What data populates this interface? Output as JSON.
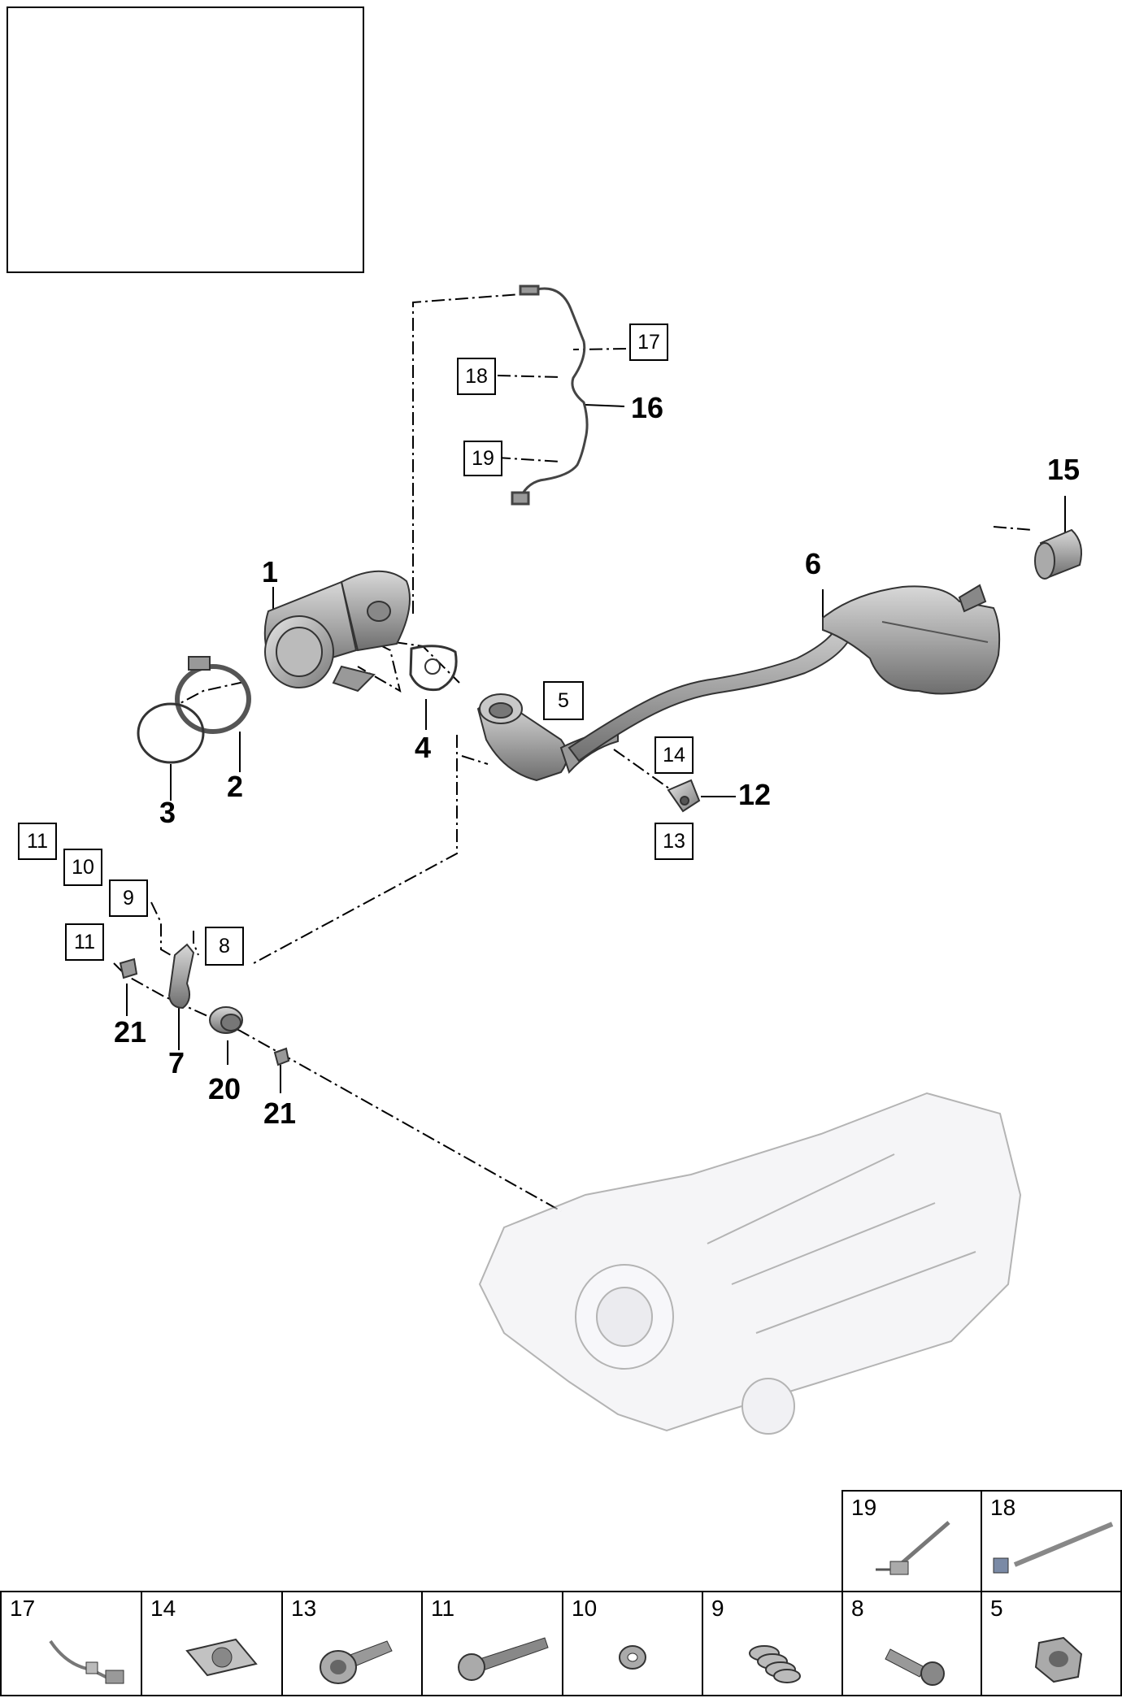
{
  "callouts": [
    {
      "id": "1",
      "label": "1"
    },
    {
      "id": "2",
      "label": "2"
    },
    {
      "id": "3",
      "label": "3"
    },
    {
      "id": "4",
      "label": "4"
    },
    {
      "id": "6",
      "label": "6"
    },
    {
      "id": "7",
      "label": "7"
    },
    {
      "id": "12",
      "label": "12"
    },
    {
      "id": "15",
      "label": "15"
    },
    {
      "id": "16",
      "label": "16"
    },
    {
      "id": "20",
      "label": "20"
    },
    {
      "id": "21a",
      "label": "21"
    },
    {
      "id": "21b",
      "label": "21"
    }
  ],
  "ref_boxes": [
    {
      "id": "17",
      "label": "17"
    },
    {
      "id": "18",
      "label": "18"
    },
    {
      "id": "19",
      "label": "19"
    },
    {
      "id": "5",
      "label": "5"
    },
    {
      "id": "14",
      "label": "14"
    },
    {
      "id": "13",
      "label": "13"
    },
    {
      "id": "11a",
      "label": "11"
    },
    {
      "id": "10",
      "label": "10"
    },
    {
      "id": "9",
      "label": "9"
    },
    {
      "id": "11b",
      "label": "11"
    },
    {
      "id": "8",
      "label": "8"
    }
  ],
  "legend": [
    {
      "number": "19",
      "icon": "cable-tie-clip-icon"
    },
    {
      "number": "18",
      "icon": "cable-tie-icon"
    },
    {
      "number": "17",
      "icon": "sensor-connector-icon"
    },
    {
      "number": "14",
      "icon": "clip-nut-icon"
    },
    {
      "number": "13",
      "icon": "flange-bolt-icon"
    },
    {
      "number": "11",
      "icon": "long-bolt-icon"
    },
    {
      "number": "10",
      "icon": "washer-icon"
    },
    {
      "number": "9",
      "icon": "spring-icon"
    },
    {
      "number": "8",
      "icon": "short-bolt-icon"
    },
    {
      "number": "5",
      "icon": "hex-nut-icon"
    }
  ]
}
